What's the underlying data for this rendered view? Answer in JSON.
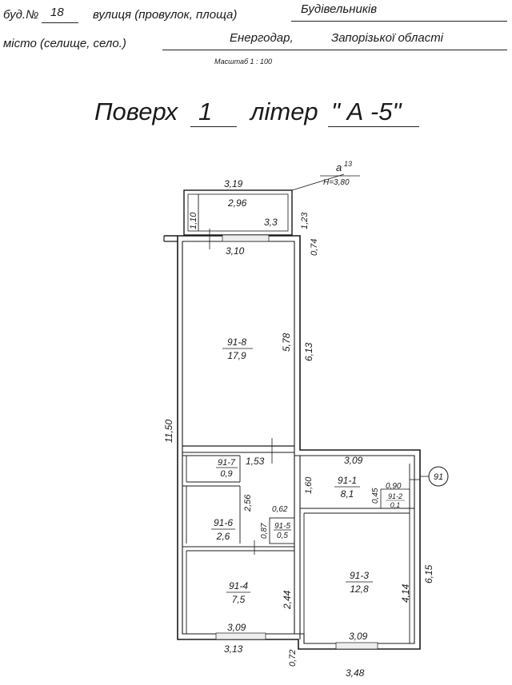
{
  "header": {
    "building_label": "буд.№",
    "building_no": "18",
    "street_label": "вулиця (провулок, площа)",
    "street": "Будівельників",
    "city_label": "місто (селище, село.)",
    "city": "Енергодар,",
    "region": "Запорізької області",
    "scale": "Масштаб  1 : 100"
  },
  "title": {
    "floor_label": "Поверх",
    "floor_no": "1",
    "letter_label": "літер",
    "letter": "\" А -5\""
  },
  "rooms": [
    {
      "id": "91-8",
      "area": "17,9"
    },
    {
      "id": "91-7",
      "area": "0,9"
    },
    {
      "id": "91-6",
      "area": "2,6"
    },
    {
      "id": "91-5",
      "area": "0,5"
    },
    {
      "id": "91-4",
      "area": "7,5"
    },
    {
      "id": "91-1",
      "area": "8,1"
    },
    {
      "id": "91-2",
      "area": "0,1"
    },
    {
      "id": "91-3",
      "area": "12,8"
    }
  ],
  "balcony": {
    "code": "a",
    "code_sup": "13",
    "height": "H=3,80",
    "area": "3,3"
  },
  "apartment_no": "91",
  "dims": {
    "d319": "3,19",
    "d296": "2,96",
    "d110": "1,10",
    "d123": "1,23",
    "d074": "0,74",
    "d310": "3,10",
    "d578": "5,78",
    "d613": "6,13",
    "d1150": "11,50",
    "d153": "1,53",
    "d309a": "3,09",
    "d160": "1,60",
    "d090": "0,90",
    "d045": "0,45",
    "d256": "2,56",
    "d062": "0,62",
    "d087": "0,87",
    "d244": "2,44",
    "d414": "4,14",
    "d615": "6,15",
    "d309b": "3,09",
    "d313": "3,13",
    "d309c": "3,09",
    "d072": "0,72",
    "d348": "3,48"
  }
}
